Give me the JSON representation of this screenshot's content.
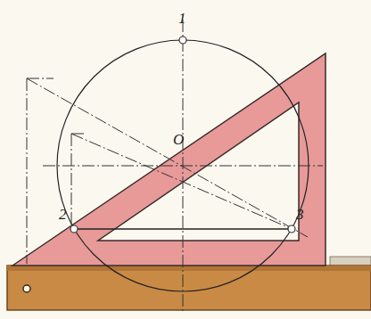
{
  "diagram": {
    "labels": [
      "1",
      "O",
      "2",
      "3"
    ]
  }
}
